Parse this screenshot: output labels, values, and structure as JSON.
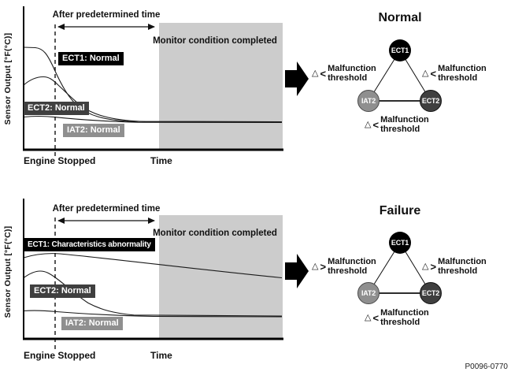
{
  "colors": {
    "ect1_node": "#000000",
    "ect2_node": "#3f3f3f",
    "iat2_node": "#8f8f8f",
    "monitor_region": "#cccccc",
    "line": "#1a1a1a"
  },
  "footer_code": "P0096-0770",
  "panels": {
    "normal": {
      "title": "Normal",
      "graph": {
        "y_axis_label": "Sensor Output [°F(°C)]",
        "after_time_label": "After predetermined time",
        "monitor_label": "Monitor condition completed",
        "ect1_label": "ECT1: Normal",
        "ect2_label": "ECT2: Normal",
        "iat2_label": "IAT2: Normal",
        "origin_label": "Engine Stopped",
        "x_axis_label": "Time"
      },
      "diagram": {
        "node_ect1": "ECT1",
        "node_iat2": "IAT2",
        "node_ect2": "ECT2",
        "threshold_left": {
          "symbol": "△",
          "comparator": "<",
          "line1": "Malfunction",
          "line2": "threshold"
        },
        "threshold_right": {
          "symbol": "△",
          "comparator": "<",
          "line1": "Malfunction",
          "line2": "threshold"
        },
        "threshold_bottom": {
          "symbol": "△",
          "comparator": "<",
          "line1": "Malfunction",
          "line2": "threshold"
        }
      }
    },
    "failure": {
      "title": "Failure",
      "graph": {
        "y_axis_label": "Sensor Output [°F(°C)]",
        "after_time_label": "After predetermined time",
        "monitor_label": "Monitor condition completed",
        "ect1_label": "ECT1: Characteristics abnormality",
        "ect2_label": "ECT2: Normal",
        "iat2_label": "IAT2: Normal",
        "origin_label": "Engine Stopped",
        "x_axis_label": "Time"
      },
      "diagram": {
        "node_ect1": "ECT1",
        "node_iat2": "IAT2",
        "node_ect2": "ECT2",
        "threshold_left": {
          "symbol": "△",
          "comparator": ">",
          "line1": "Malfunction",
          "line2": "threshold"
        },
        "threshold_right": {
          "symbol": "△",
          "comparator": ">",
          "line1": "Malfunction",
          "line2": "threshold"
        },
        "threshold_bottom": {
          "symbol": "△",
          "comparator": "<",
          "line1": "Malfunction",
          "line2": "threshold"
        }
      }
    }
  }
}
